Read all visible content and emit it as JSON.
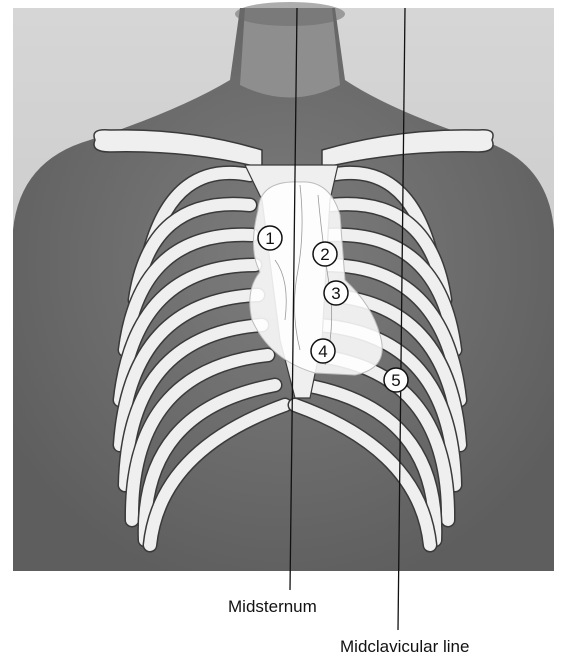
{
  "figure": {
    "labels": {
      "midsternum": "Midsternum",
      "midclavicular": "Midclavicular line"
    },
    "markers": [
      {
        "label": "1"
      },
      {
        "label": "2"
      },
      {
        "label": "3"
      },
      {
        "label": "4"
      },
      {
        "label": "5"
      }
    ],
    "colors": {
      "skin": "#8a8a8a",
      "background": "#c8c8c8",
      "bone": "#efefef",
      "bone_outline": "#3a3a3a",
      "heart": "#ffffff"
    }
  }
}
